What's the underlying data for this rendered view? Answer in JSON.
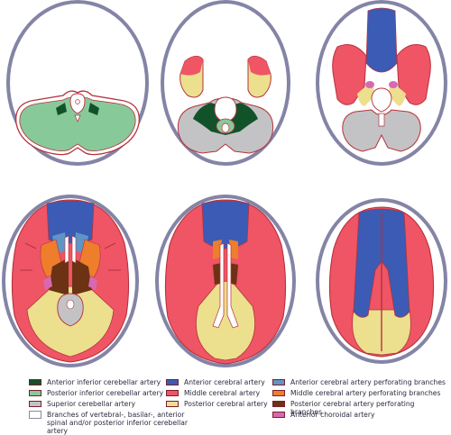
{
  "colors": {
    "skull": "#8484a6",
    "skull_inner": "#ffffff",
    "outline": "#b5323d",
    "aica": "#12522b",
    "pica": "#88c99a",
    "sca": "#c3c3c5",
    "aca": "#3b5bb5",
    "mca": "#ef5565",
    "pca": "#ecdf8d",
    "aca_perf": "#5f95c6",
    "mca_perf": "#ee7e2c",
    "pca_perf": "#6b3214",
    "achoa": "#d769b3",
    "branches": "#ffffff"
  },
  "legend": [
    {
      "key": "aica",
      "label": "Anterior inferior cerebellar artery"
    },
    {
      "key": "pica",
      "label": "Posterior inferior cerebellar artery"
    },
    {
      "key": "sca",
      "label": "Superior cerebellar artery"
    },
    {
      "key": "branches",
      "label": "Branches of vertebral-, basilar-, anterior spinal and/or posterior inferior cerebellar artery"
    },
    {
      "key": "aca",
      "label": "Anterior cerebral artery"
    },
    {
      "key": "mca",
      "label": "Middle cerebral artery"
    },
    {
      "key": "pca",
      "label": "Posterior cerebral artery"
    },
    {
      "key": "aca_perf",
      "label": "Anterior cerebral artery perforating branches"
    },
    {
      "key": "mca_perf",
      "label": "Middle cerebral artery perforating branches"
    },
    {
      "key": "pca_perf",
      "label": "Posterior cerebral artery perforating branches"
    },
    {
      "key": "achoa",
      "label": "Anterior choroidal artery"
    }
  ]
}
